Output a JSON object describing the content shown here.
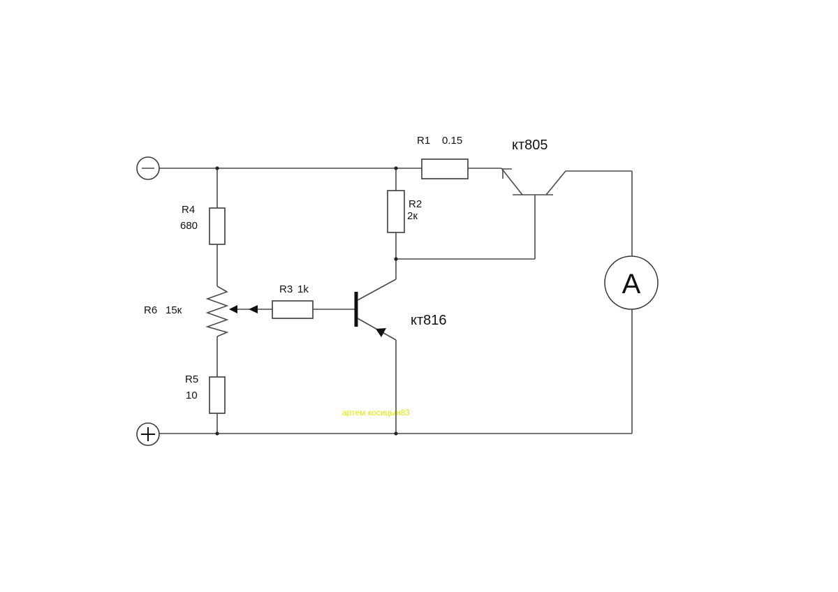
{
  "terminals": {
    "negative_sign": "−",
    "positive_sign": "+"
  },
  "resistors": {
    "r1": {
      "name": "R1",
      "value": "0.15"
    },
    "r2": {
      "name": "R2",
      "value": "2к"
    },
    "r3": {
      "name": "R3",
      "value": "1k"
    },
    "r4": {
      "name": "R4",
      "value": "680"
    },
    "r5": {
      "name": "R5",
      "value": "10"
    },
    "r6": {
      "name": "R6",
      "value": "15к"
    }
  },
  "transistors": {
    "q_power": {
      "label": "кт805"
    },
    "q_driver": {
      "label": "кт816"
    }
  },
  "meter": {
    "symbol": "A"
  },
  "watermark": {
    "text": "артем косицын83"
  },
  "colors": {
    "wire": "#4a4a4a",
    "watermark": "#e6e600"
  }
}
